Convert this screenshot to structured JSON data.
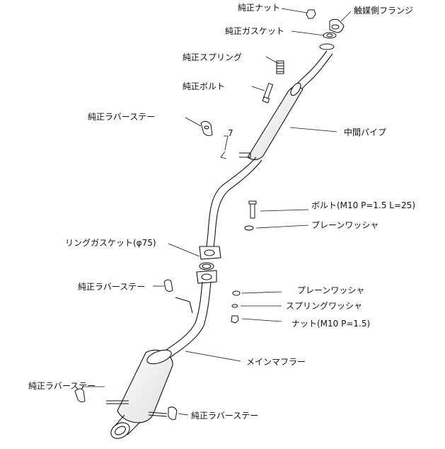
{
  "labels": {
    "stock_nut": "純正ナット",
    "catalyst_flange": "触媒側フランジ",
    "stock_gasket": "純正ガスケット",
    "stock_spring": "純正スプリング",
    "stock_bolt": "純正ボルト",
    "stock_rubber_stay_1": "純正ラバーステー",
    "center_pipe": "中間パイプ",
    "bolt_m10": "ボルト(M10 P=1.5 L=25)",
    "plain_washer_1": "プレーンワッシャ",
    "ring_gasket": "リングガスケット(φ75)",
    "stock_rubber_stay_2": "純正ラバーステー",
    "plain_washer_2": "プレーンワッシャ",
    "spring_washer": "スプリングワッシャ",
    "nut_m10": "ナット(M10 P=1.5)",
    "main_muffler": "メインマフラー",
    "stock_rubber_stay_3": "純正ラバーステー",
    "stock_rubber_stay_4": "純正ラバーステー"
  },
  "numerals": {
    "hanger_ref": "7"
  },
  "colors": {
    "line": "#111111",
    "fill": "#ffffff",
    "shade": "#cccccc"
  }
}
